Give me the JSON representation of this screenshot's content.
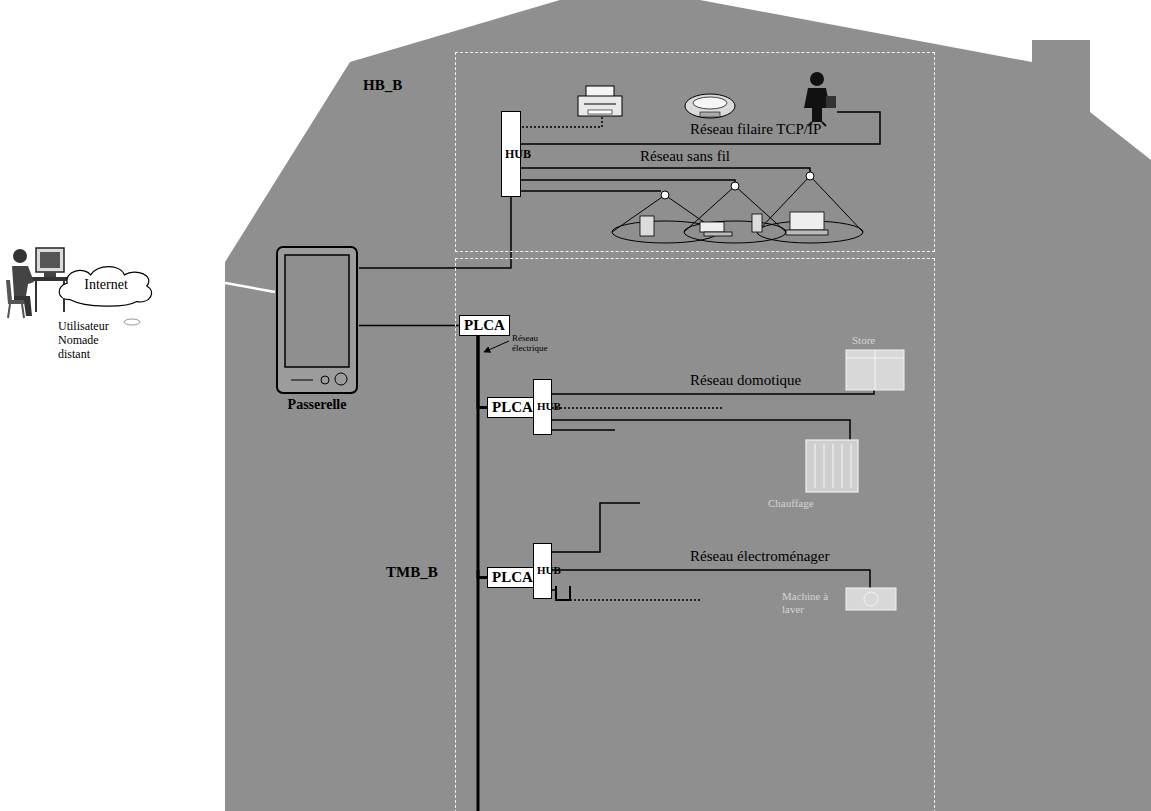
{
  "diagram": {
    "nodes": [
      {
        "text": [
          "Internet"
        ]
      },
      {
        "text": [
          "HB_B"
        ]
      },
      {
        "text": [
          "HUB"
        ],
        "in": 1
      },
      {
        "text": [
          "Passerelle"
        ]
      },
      {
        "text": [
          "TMB_B"
        ]
      },
      {
        "text": [
          "PLCA"
        ],
        "in": 4
      },
      {
        "text": [
          "PLCA"
        ],
        "in": 4
      },
      {
        "text": [
          "HUB"
        ],
        "in": 4
      },
      {
        "text": [
          "PLCA"
        ],
        "in": 4
      },
      {
        "text": [
          "HUB"
        ],
        "in": 4
      }
    ],
    "edges": [
      {
        "from": 0,
        "to": 3,
        "arrow": "none"
      },
      {
        "from": 2,
        "to": 3,
        "arrow": "none"
      },
      {
        "from": 3,
        "to": 5,
        "arrow": "none"
      },
      {
        "from": 5,
        "to": 6,
        "arrow": "none"
      },
      {
        "from": 6,
        "to": 7,
        "arrow": "none"
      },
      {
        "from": 5,
        "to": 8,
        "arrow": "none"
      },
      {
        "from": 8,
        "to": 9,
        "arrow": "none"
      }
    ],
    "labels": [
      "Réseau filaire TCP/IP",
      "Réseau sans fil",
      "Utilisateur Nomade distant",
      "Réseau électrique",
      "Store",
      "Réseau domotique",
      "Chauffage",
      "Réseau électroménager",
      "Machine à laver"
    ]
  }
}
